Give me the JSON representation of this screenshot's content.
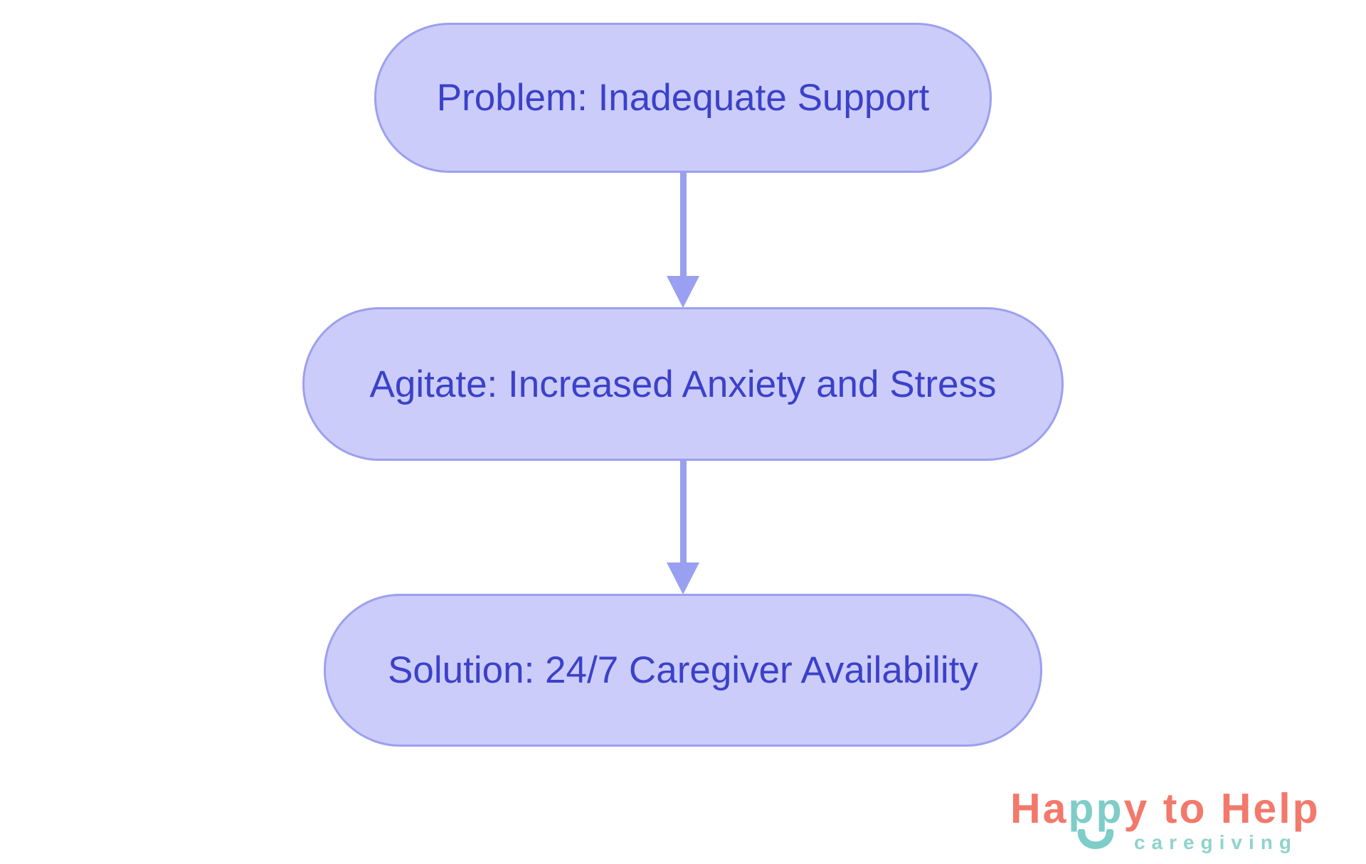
{
  "flowchart": {
    "type": "vertical-flow",
    "nodes": [
      {
        "id": "problem",
        "label": "Problem: Inadequate Support"
      },
      {
        "id": "agitate",
        "label": "Agitate: Increased Anxiety and Stress"
      },
      {
        "id": "solution",
        "label": "Solution: 24/7 Caregiver Availability"
      }
    ],
    "connections": [
      {
        "from": "problem",
        "to": "agitate"
      },
      {
        "from": "agitate",
        "to": "solution"
      }
    ],
    "colors": {
      "node_fill": "#cbccf9",
      "node_border": "#9ba0f0",
      "node_text": "#3b41c9",
      "arrow": "#99a0f2"
    }
  },
  "logo": {
    "brand_part1": "Ha",
    "brand_part2": "pp",
    "brand_part3": "y to Help",
    "tagline": "caregiving",
    "smile_icon": "smile-arc-icon",
    "colors": {
      "coral": "#f2796b",
      "teal": "#7ecdc8",
      "teal_light": "#8fd3ce"
    }
  }
}
